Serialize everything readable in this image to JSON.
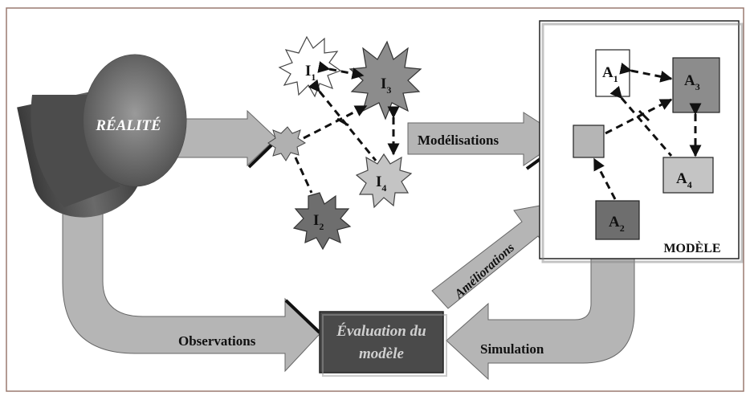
{
  "nodes": {
    "realite": "RÉALITÉ",
    "evaluation_line1": "Évaluation du",
    "evaluation_line2": "modèle",
    "modele": "MODÈLE"
  },
  "arrows": {
    "modelisations": "Modélisations",
    "observations": "Observations",
    "ameliorations": "Améliorations",
    "simulation": "Simulation"
  },
  "interactions": {
    "i1": {
      "letter": "I",
      "sub": "1"
    },
    "i2": {
      "letter": "I",
      "sub": "2"
    },
    "i3": {
      "letter": "I",
      "sub": "3"
    },
    "i4": {
      "letter": "I",
      "sub": "4"
    }
  },
  "agents": {
    "a1": {
      "letter": "A",
      "sub": "1"
    },
    "a2": {
      "letter": "A",
      "sub": "2"
    },
    "a3": {
      "letter": "A",
      "sub": "3"
    },
    "a4": {
      "letter": "A",
      "sub": "4"
    }
  },
  "colors": {
    "frame": "#9a7a70",
    "arrow_fill": "#b5b5b5",
    "dark_box": "#4a4a4a",
    "cylinder": "#555555",
    "mid_gray": "#8c8c8c",
    "light_gray": "#c4c4c4"
  }
}
